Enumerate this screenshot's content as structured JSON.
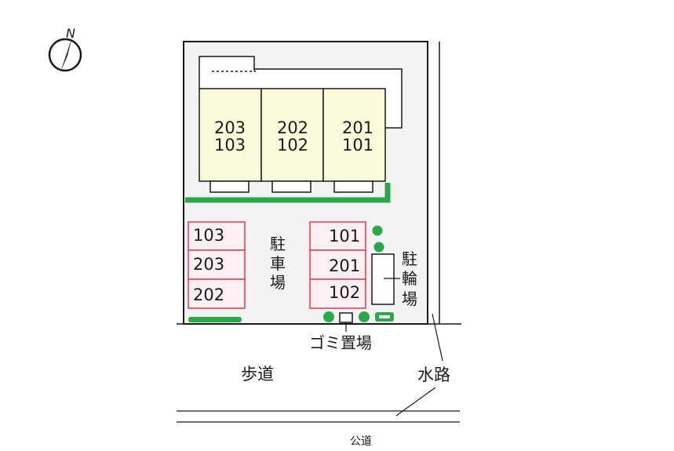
{
  "compass": {
    "north_label": "N",
    "icon": "north-arrow-icon"
  },
  "building": {
    "units": [
      {
        "upper": "203",
        "lower": "103"
      },
      {
        "upper": "202",
        "lower": "102"
      },
      {
        "upper": "201",
        "lower": "101"
      }
    ]
  },
  "car_parking": {
    "label_chars": [
      "駐",
      "車",
      "場"
    ],
    "left_column": [
      "103",
      "203",
      "202"
    ],
    "right_column": [
      "101",
      "201",
      "102"
    ]
  },
  "bicycle_parking": {
    "label_chars": [
      "駐",
      "輪",
      "場"
    ]
  },
  "labels": {
    "garbage": "ゴミ置場",
    "sidewalk": "歩道",
    "waterway": "水路",
    "public_road": "公道"
  },
  "colors": {
    "unit_fill": "#fbfbdc",
    "parking_border": "#e13a4f",
    "parking_fill": "#fdf0f2",
    "green": "#2aa84a",
    "site_fill": "#f3f3f3"
  }
}
